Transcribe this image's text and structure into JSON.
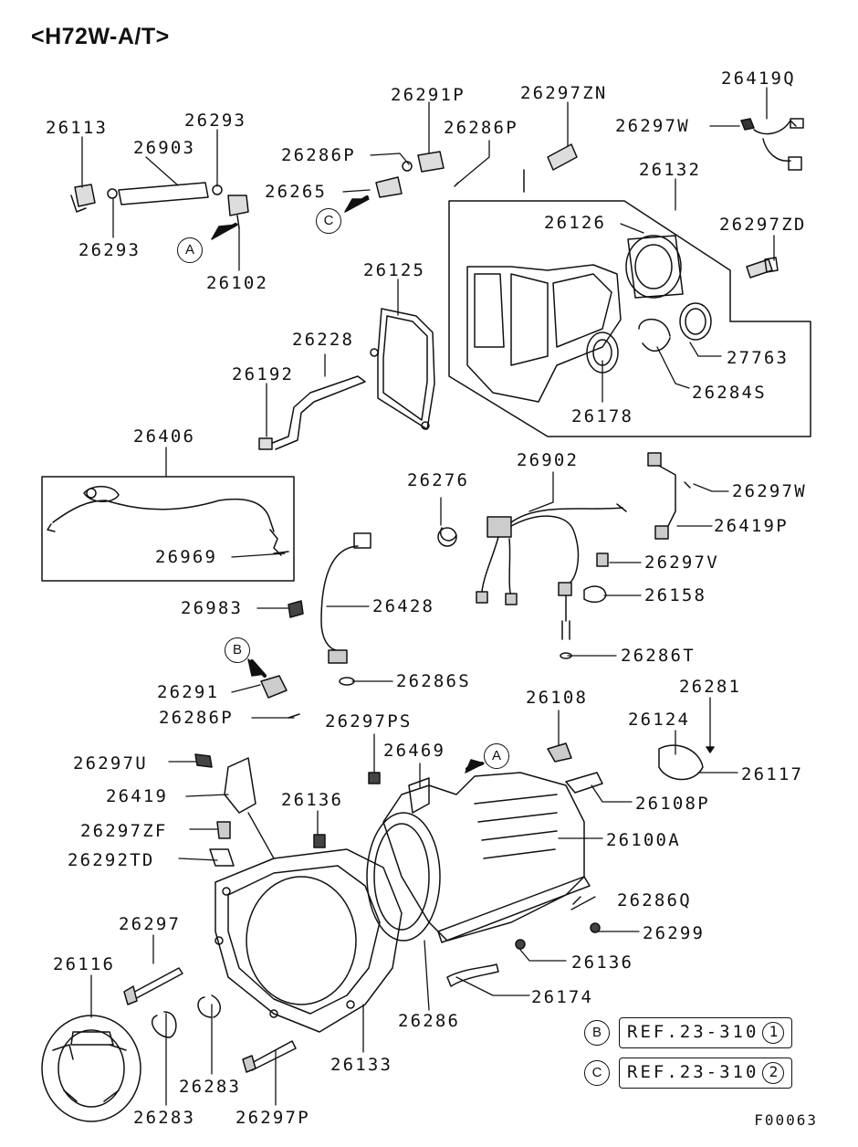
{
  "diagram": {
    "title": "<H72W-A/T>",
    "figure_code": "F00063",
    "part_labels": [
      "26113",
      "26903",
      "26293",
      "26293",
      "26102",
      "26291P",
      "26297ZN",
      "26286P",
      "26286P",
      "26265",
      "26419Q",
      "26297W",
      "26132",
      "26126",
      "26297ZD",
      "27763",
      "26284S",
      "26178",
      "26125",
      "26228",
      "26192",
      "26406",
      "26969",
      "26276",
      "26902",
      "26297W",
      "26419P",
      "26297V",
      "26158",
      "26286T",
      "26983",
      "26428",
      "26286S",
      "26291",
      "26286P",
      "26297PS",
      "26108",
      "26281",
      "26124",
      "26117",
      "26469",
      "26297U",
      "26419",
      "26136",
      "26108P",
      "26297ZF",
      "26100A",
      "26292TD",
      "26286Q",
      "26297",
      "26299",
      "26116",
      "26136",
      "26174",
      "26286",
      "26283",
      "26133",
      "26283",
      "26297P"
    ],
    "flow_markers": [
      "A",
      "A",
      "B",
      "B",
      "C",
      "C"
    ],
    "references": [
      {
        "marker": "B",
        "text": "REF.23-310",
        "number": "1"
      },
      {
        "marker": "C",
        "text": "REF.23-310",
        "number": "2"
      }
    ]
  }
}
